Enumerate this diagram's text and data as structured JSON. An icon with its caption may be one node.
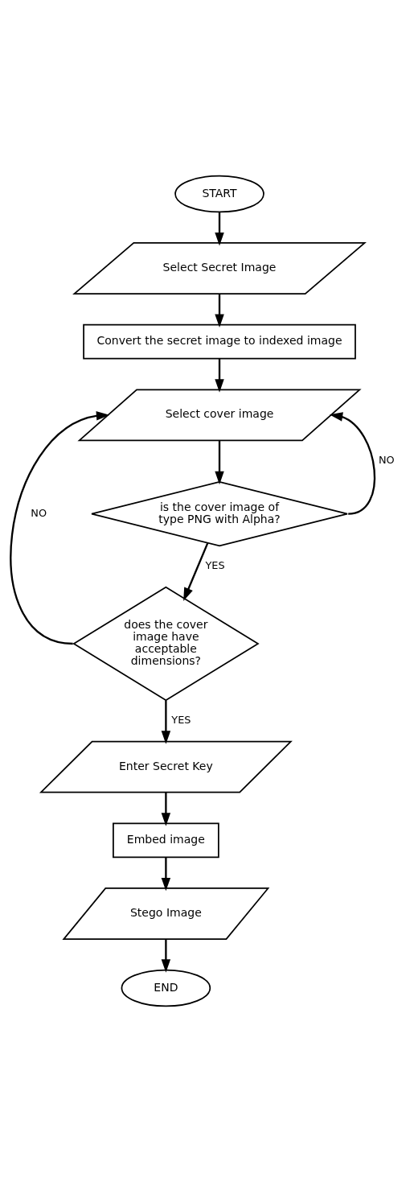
{
  "diagram": {
    "nodes": [
      {
        "text": [
          "START"
        ]
      },
      {
        "text": [
          "Select Secret Image"
        ]
      },
      {
        "text": [
          "Convert the secret image to indexed image"
        ]
      },
      {
        "text": [
          "Select cover image"
        ]
      },
      {
        "text": [
          "is the cover image of type PNG with Alpha?"
        ]
      },
      {
        "text": [
          "does the cover image have acceptable dimensions?"
        ]
      },
      {
        "text": [
          "Enter Secret Key"
        ]
      },
      {
        "text": [
          "Embed image"
        ]
      },
      {
        "text": [
          "Stego Image"
        ]
      },
      {
        "text": [
          "END"
        ]
      }
    ],
    "edges": [
      {
        "from": 0,
        "to": 1,
        "arrow": "to"
      },
      {
        "from": 1,
        "to": 2,
        "arrow": "to"
      },
      {
        "from": 2,
        "to": 3,
        "arrow": "to"
      },
      {
        "from": 3,
        "to": 4,
        "arrow": "to"
      },
      {
        "from": 4,
        "to": 3,
        "arrow": "to",
        "label": "NO"
      },
      {
        "from": 4,
        "to": 5,
        "arrow": "to",
        "label": "YES"
      },
      {
        "from": 5,
        "to": 3,
        "arrow": "to",
        "label": "NO"
      },
      {
        "from": 5,
        "to": 6,
        "arrow": "to",
        "label": "YES"
      },
      {
        "from": 6,
        "to": 7,
        "arrow": "to"
      },
      {
        "from": 7,
        "to": 8,
        "arrow": "to"
      },
      {
        "from": 8,
        "to": 9,
        "arrow": "to"
      }
    ]
  }
}
